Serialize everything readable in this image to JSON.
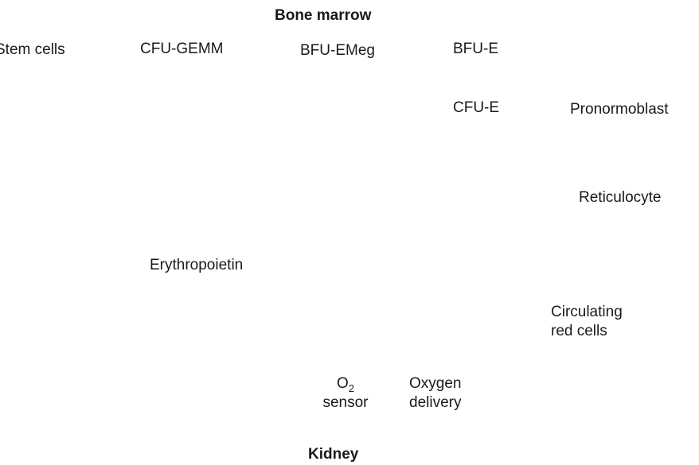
{
  "title_top": "Bone marrow",
  "title_bottom": "Kidney",
  "nodes": {
    "stem_cells": "Stem cells",
    "cfu_gemm": "CFU-GEMM",
    "bfu_emeg": "BFU-EMeg",
    "bfu_e": "BFU-E",
    "cfu_e": "CFU-E",
    "pronormoblast": "Pronormoblast",
    "reticulocyte": "Reticulocyte",
    "erythropoietin": "Erythropoietin",
    "circulating_line1": "Circulating",
    "circulating_line2": "red cells",
    "o2_main": "O",
    "o2_sub": "2",
    "sensor": "sensor",
    "oxygen": "Oxygen",
    "delivery": "delivery"
  }
}
